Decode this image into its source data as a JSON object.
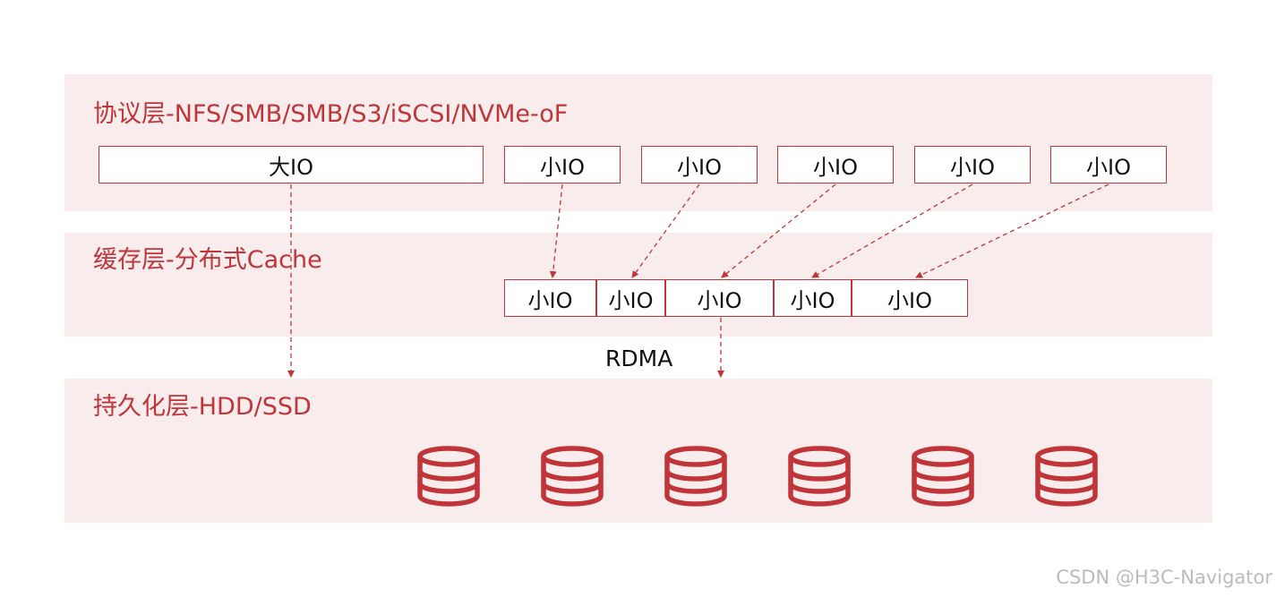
{
  "layers": {
    "protocol": {
      "title": "协议层-NFS/SMB/SMB/S3/iSCSI/NVMe-oF"
    },
    "cache": {
      "title": "缓存层-分布式Cache"
    },
    "persistence": {
      "title": "持久化层-HDD/SSD"
    }
  },
  "protocol_boxes": [
    "大IO",
    "小IO",
    "小IO",
    "小IO",
    "小IO",
    "小IO"
  ],
  "cache_boxes": [
    "小IO",
    "小IO",
    "小IO",
    "小IO",
    "小IO"
  ],
  "rdma_label": "RDMA",
  "disk_count": 6,
  "watermark": "CSDN @H3C-Navigator",
  "colors": {
    "accent": "#c0353a",
    "layer_background": "#f8ecec"
  },
  "icons": {
    "disk": "database-icon"
  }
}
